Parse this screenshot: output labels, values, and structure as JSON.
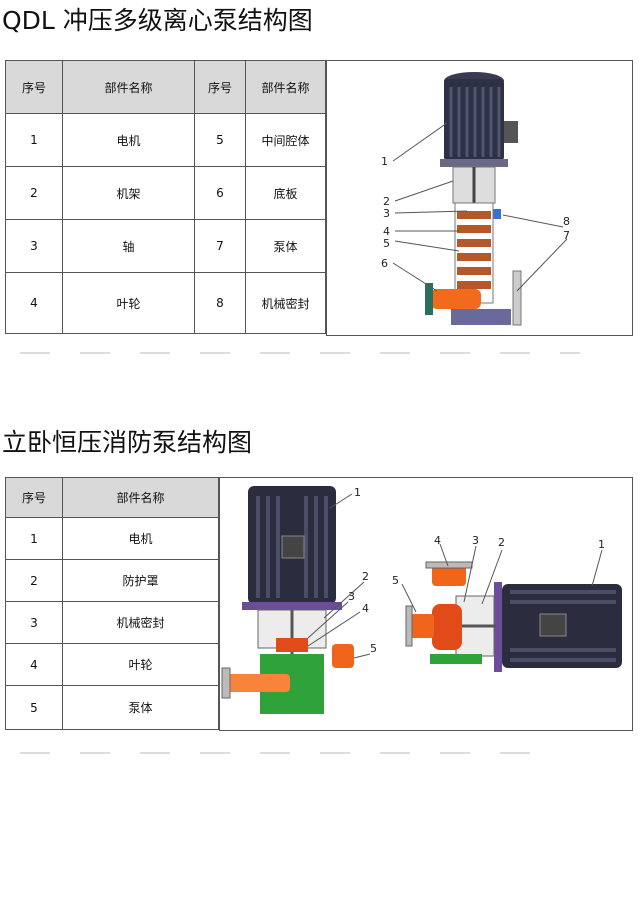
{
  "section1": {
    "title": "QDL 冲压多级离心泵结构图",
    "headers": [
      "序号",
      "部件名称",
      "序号",
      "部件名称"
    ],
    "rows": [
      [
        "1",
        "电机",
        "5",
        "中间腔体"
      ],
      [
        "2",
        "机架",
        "6",
        "底板"
      ],
      [
        "3",
        "轴",
        "7",
        "泵体"
      ],
      [
        "4",
        "叶轮",
        "8",
        "机械密封"
      ]
    ],
    "figure_labels": [
      "1",
      "2",
      "3",
      "4",
      "5",
      "6",
      "7",
      "8"
    ]
  },
  "section2": {
    "title": "立卧恒压消防泵结构图",
    "headers": [
      "序号",
      "部件名称"
    ],
    "rows": [
      [
        "1",
        "电机"
      ],
      [
        "2",
        "防护罩"
      ],
      [
        "3",
        "机械密封"
      ],
      [
        "4",
        "叶轮"
      ],
      [
        "5",
        "泵体"
      ]
    ],
    "figure_labels_vertical": [
      "1",
      "2",
      "3",
      "4",
      "5"
    ],
    "figure_labels_horizontal": [
      "1",
      "2",
      "3",
      "4",
      "5"
    ]
  }
}
